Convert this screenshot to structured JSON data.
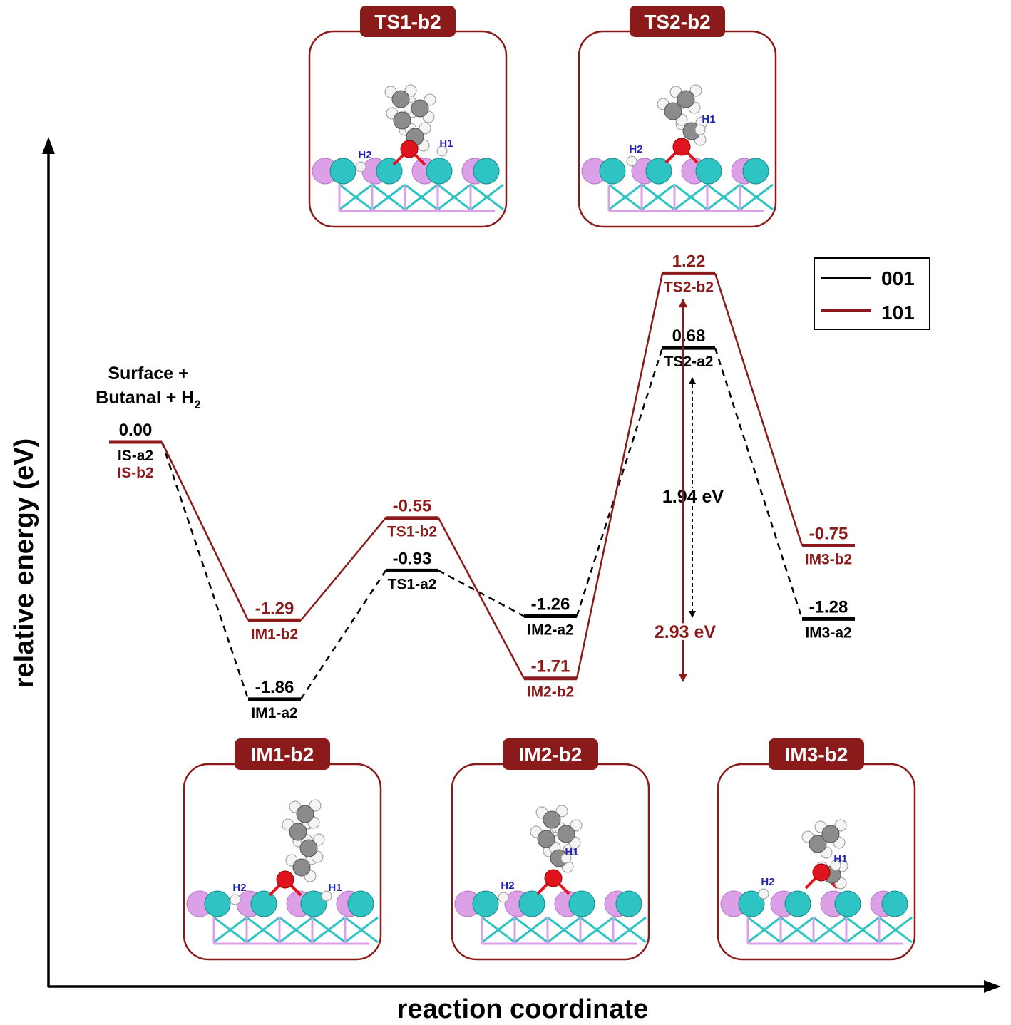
{
  "colors": {
    "surface001": "#000000",
    "surface101": "#8b1a1a",
    "atom_cyan": "#2fc4c4",
    "atom_pink": "#dca0e8",
    "atom_oxygen": "#e0141e",
    "atom_carbon": "#8c8c8c",
    "atom_hydrogen": "#f4f4f4",
    "h_label": "#2323b4"
  },
  "chart_data": {
    "type": "line",
    "xlabel": "reaction coordinate",
    "ylabel": "relative energy (eV)",
    "legend": {
      "placement": "top-right",
      "entries": [
        {
          "name": "001",
          "color": "#000000",
          "style": "solid"
        },
        {
          "name": "101",
          "color": "#8b1a1a",
          "style": "solid"
        }
      ]
    },
    "start": {
      "label_line1": "Surface +",
      "label_line2": "Butanal + H",
      "label_sub": "2"
    },
    "series": [
      {
        "name": "001",
        "line_style": "dashed",
        "points": [
          {
            "state": "IS-a2",
            "energy": 0.0,
            "value_label": "0.00"
          },
          {
            "state": "IM1-a2",
            "energy": -1.86,
            "value_label": "-1.86"
          },
          {
            "state": "TS1-a2",
            "energy": -0.93,
            "value_label": "-0.93"
          },
          {
            "state": "IM2-a2",
            "energy": -1.26,
            "value_label": "-1.26"
          },
          {
            "state": "TS2-a2",
            "energy": 0.68,
            "value_label": "0.68"
          },
          {
            "state": "IM3-a2",
            "energy": -1.28,
            "value_label": "-1.28"
          }
        ]
      },
      {
        "name": "101",
        "line_style": "solid",
        "points": [
          {
            "state": "IS-b2",
            "energy": 0.0,
            "value_label": ""
          },
          {
            "state": "IM1-b2",
            "energy": -1.29,
            "value_label": "-1.29"
          },
          {
            "state": "TS1-b2",
            "energy": -0.55,
            "value_label": "-0.55"
          },
          {
            "state": "IM2-b2",
            "energy": -1.71,
            "value_label": "-1.71"
          },
          {
            "state": "TS2-b2",
            "energy": 1.22,
            "value_label": "1.22"
          },
          {
            "state": "IM3-b2",
            "energy": -0.75,
            "value_label": "-0.75"
          }
        ]
      }
    ],
    "barriers": [
      {
        "series": "001",
        "label": "1.94 eV",
        "from": -1.26,
        "to": 0.68
      },
      {
        "series": "101",
        "label": "2.93 eV",
        "from": -1.71,
        "to": 1.22
      }
    ],
    "structure_panels": [
      {
        "title": "TS1-b2",
        "h_labels": [
          "H2",
          "H1"
        ]
      },
      {
        "title": "TS2-b2",
        "h_labels": [
          "H2",
          "H1"
        ]
      },
      {
        "title": "IM1-b2",
        "h_labels": [
          "H2",
          "H1"
        ]
      },
      {
        "title": "IM2-b2",
        "h_labels": [
          "H2",
          "H1"
        ]
      },
      {
        "title": "IM3-b2",
        "h_labels": [
          "H2",
          "H1"
        ]
      }
    ]
  }
}
